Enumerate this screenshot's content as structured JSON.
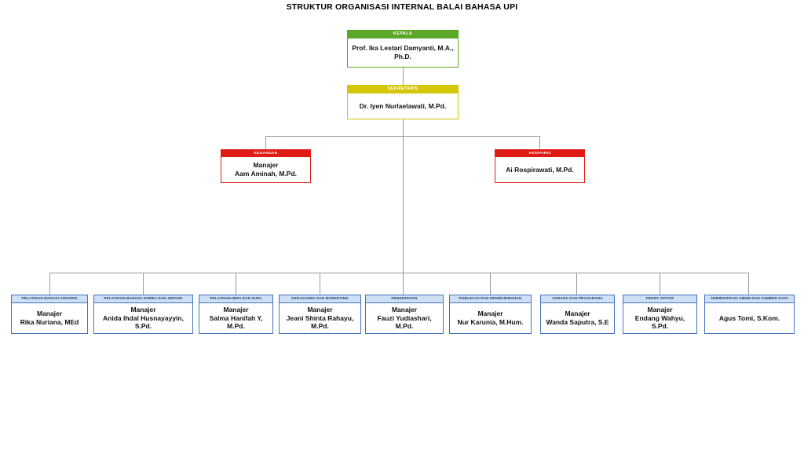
{
  "title": "STRUKTUR ORGANISASI INTERNAL BALAI BAHASA UPI",
  "colors": {
    "green": "#5aa828",
    "yellow": "#d6c60a",
    "red": "#e01b15",
    "blue_border": "#4472c4",
    "blue_fill": "#cfe0f5",
    "connector": "#9a9a9a"
  },
  "chart_data": {
    "type": "diagram",
    "subtype": "organization-chart",
    "title": "STRUKTUR ORGANISASI INTERNAL BALAI BAHASA UPI",
    "levels": 3
  },
  "top": {
    "kepala": {
      "header": "KEPALA",
      "name": "Prof. Ika Lestari Damyanti, M.A., Ph.D."
    },
    "sekretaris": {
      "header": "SEKRETARIS",
      "name": "Dr. Iyen Nurlaelawati, M.Pd."
    }
  },
  "staff": [
    {
      "header": "KEUANGAN",
      "role": "Manajer",
      "name": "Aam Aminah, M.Pd."
    },
    {
      "header": "ARSIPARIS",
      "role": "",
      "name": "Ai Rospirawati, M.Pd."
    }
  ],
  "units": [
    {
      "header": "PELATIHAN BAHASA INGGRIS",
      "role": "Manajer",
      "name": "Rika Nuriana, MEd"
    },
    {
      "header": "PELATIHAN BAHASA KOREA DAN JEPANG",
      "role": "Manajer",
      "name": "Anida Ihdal Husnayayyin, S.Pd."
    },
    {
      "header": "PELATIHAN BIPA DAN SUPA",
      "role": "Manajer",
      "name": "Salma Hanifah Y, M.Pd."
    },
    {
      "header": "KERJASAMA DAN MARKETING",
      "role": "Manajer",
      "name": "Jeani Shinta Rahayu, M.Pd."
    },
    {
      "header": "PENGETESAN",
      "role": "Manajer",
      "name": "Fauzi Yudiashari, M.Pd."
    },
    {
      "header": "PUBLIKASI DAN PENERJEMAHAN",
      "role": "Manajer",
      "name": "Nur Karunia, M.Hum."
    },
    {
      "header": "SARANA DAN PRASARANA",
      "role": "Manajer",
      "name": "Wanda Saputra, S.E"
    },
    {
      "header": "FRONT OFFICE",
      "role": "Manajer",
      "name": "Endang Wahyu, S.Pd."
    },
    {
      "header": "ADMINISTRASI UMUM DAN SUMBER DAYA",
      "role": "",
      "name": "Agus Tomi, S.Kom."
    }
  ]
}
